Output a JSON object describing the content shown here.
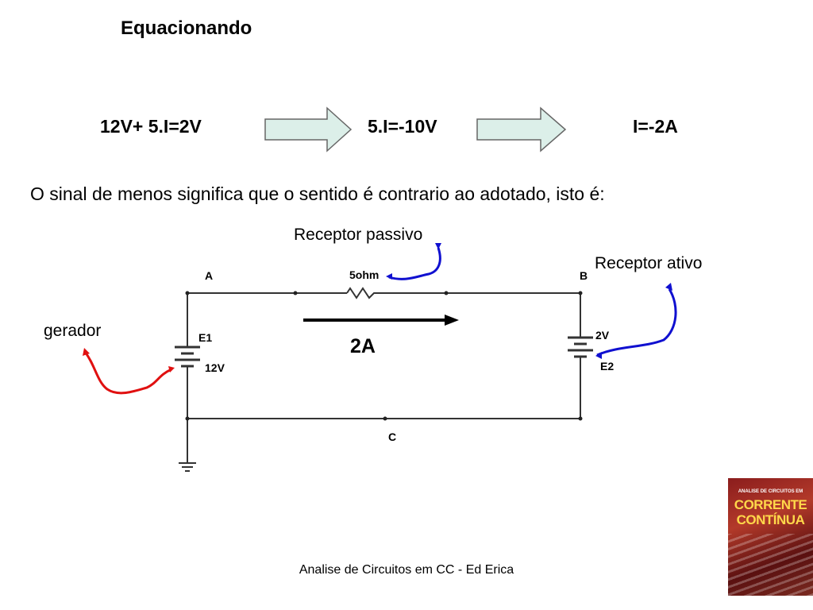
{
  "title": "Equacionando",
  "equations": [
    "12V+ 5.I=2V",
    "5.I=-10V",
    "I=-2A"
  ],
  "sentence": "O sinal de menos significa que o sentido é contrario ao adotado, isto é:",
  "annotations": {
    "receptor_passivo": "Receptor passivo",
    "receptor_ativo": "Receptor ativo",
    "gerador": "gerador"
  },
  "circuit": {
    "node_a": "A",
    "node_b": "B",
    "node_c": "C",
    "resistor": "5ohm",
    "e1_name": "E1",
    "e1_value": "12V",
    "e2_name": "E2",
    "e2_value": "2V",
    "current": "2A"
  },
  "footer": "Analise de Circuitos em CC - Ed Erica",
  "book_cover": {
    "line1": "ANALISE DE CIRCUITOS EM",
    "line2": "CORRENTE",
    "line3": "CONTÍNUA"
  },
  "colors": {
    "arrow_fill": "#dcefe9",
    "annotation_blue": "#1010d0",
    "annotation_red": "#e01010",
    "wire": "#333333"
  }
}
